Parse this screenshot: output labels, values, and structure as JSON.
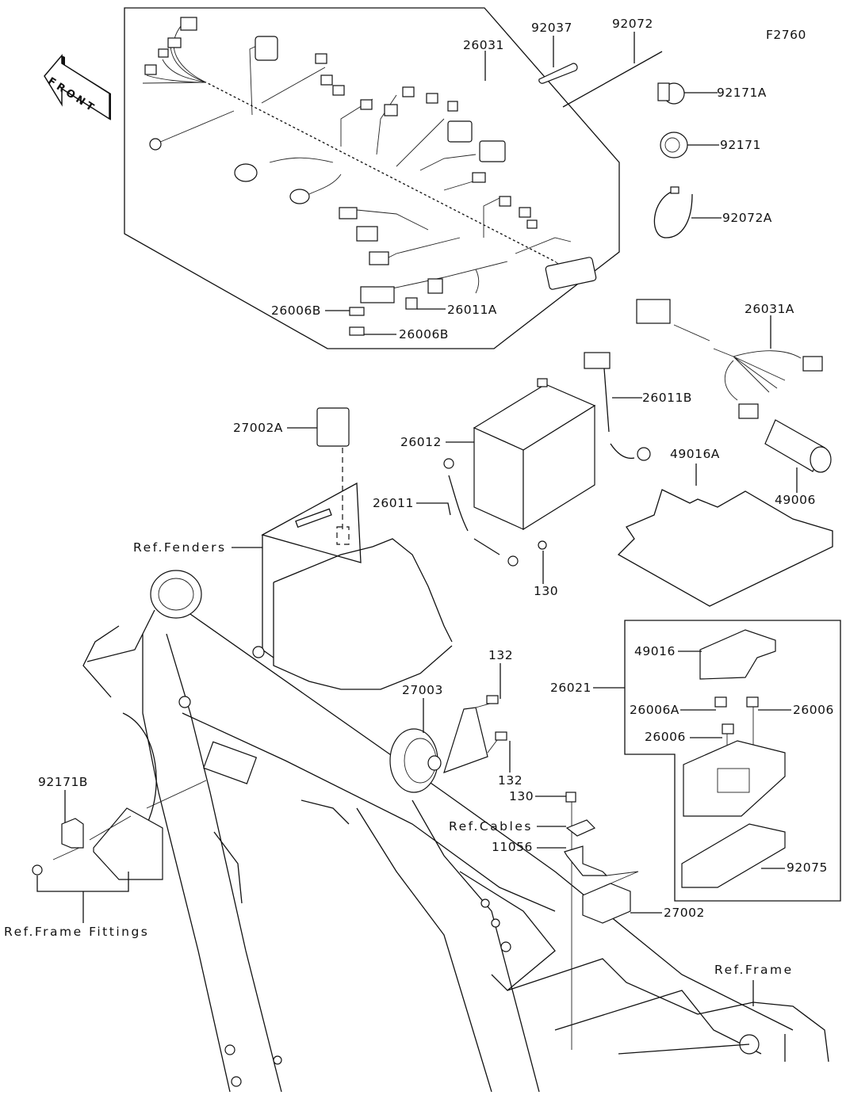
{
  "diagram": {
    "figure_id": "F2760",
    "front_indicator": "FRONT",
    "parts": [
      {
        "id": "26031",
        "label": "26031"
      },
      {
        "id": "92037",
        "label": "92037"
      },
      {
        "id": "92072",
        "label": "92072"
      },
      {
        "id": "92171A",
        "label": "92171A"
      },
      {
        "id": "92171",
        "label": "92171"
      },
      {
        "id": "92072A",
        "label": "92072A"
      },
      {
        "id": "26006B-1",
        "label": "26006B"
      },
      {
        "id": "26011A",
        "label": "26011A"
      },
      {
        "id": "26006B-2",
        "label": "26006B"
      },
      {
        "id": "26031A",
        "label": "26031A"
      },
      {
        "id": "26011B",
        "label": "26011B"
      },
      {
        "id": "27002A",
        "label": "27002A"
      },
      {
        "id": "26012",
        "label": "26012"
      },
      {
        "id": "49016A",
        "label": "49016A"
      },
      {
        "id": "49006",
        "label": "49006"
      },
      {
        "id": "26011",
        "label": "26011"
      },
      {
        "id": "130-a",
        "label": "130"
      },
      {
        "id": "132-a",
        "label": "132"
      },
      {
        "id": "27003",
        "label": "27003"
      },
      {
        "id": "26021",
        "label": "26021"
      },
      {
        "id": "49016",
        "label": "49016"
      },
      {
        "id": "26006A",
        "label": "26006A"
      },
      {
        "id": "26006-a",
        "label": "26006"
      },
      {
        "id": "26006-b",
        "label": "26006"
      },
      {
        "id": "132-b",
        "label": "132"
      },
      {
        "id": "130-b",
        "label": "130"
      },
      {
        "id": "11056",
        "label": "11056"
      },
      {
        "id": "92171B",
        "label": "92171B"
      },
      {
        "id": "92075",
        "label": "92075"
      },
      {
        "id": "27002",
        "label": "27002"
      }
    ],
    "references": [
      {
        "id": "ref-fenders",
        "label": "Ref.Fenders"
      },
      {
        "id": "ref-cables",
        "label": "Ref.Cables"
      },
      {
        "id": "ref-frame-fittings",
        "label": "Ref.Frame Fittings"
      },
      {
        "id": "ref-frame",
        "label": "Ref.Frame"
      }
    ]
  }
}
